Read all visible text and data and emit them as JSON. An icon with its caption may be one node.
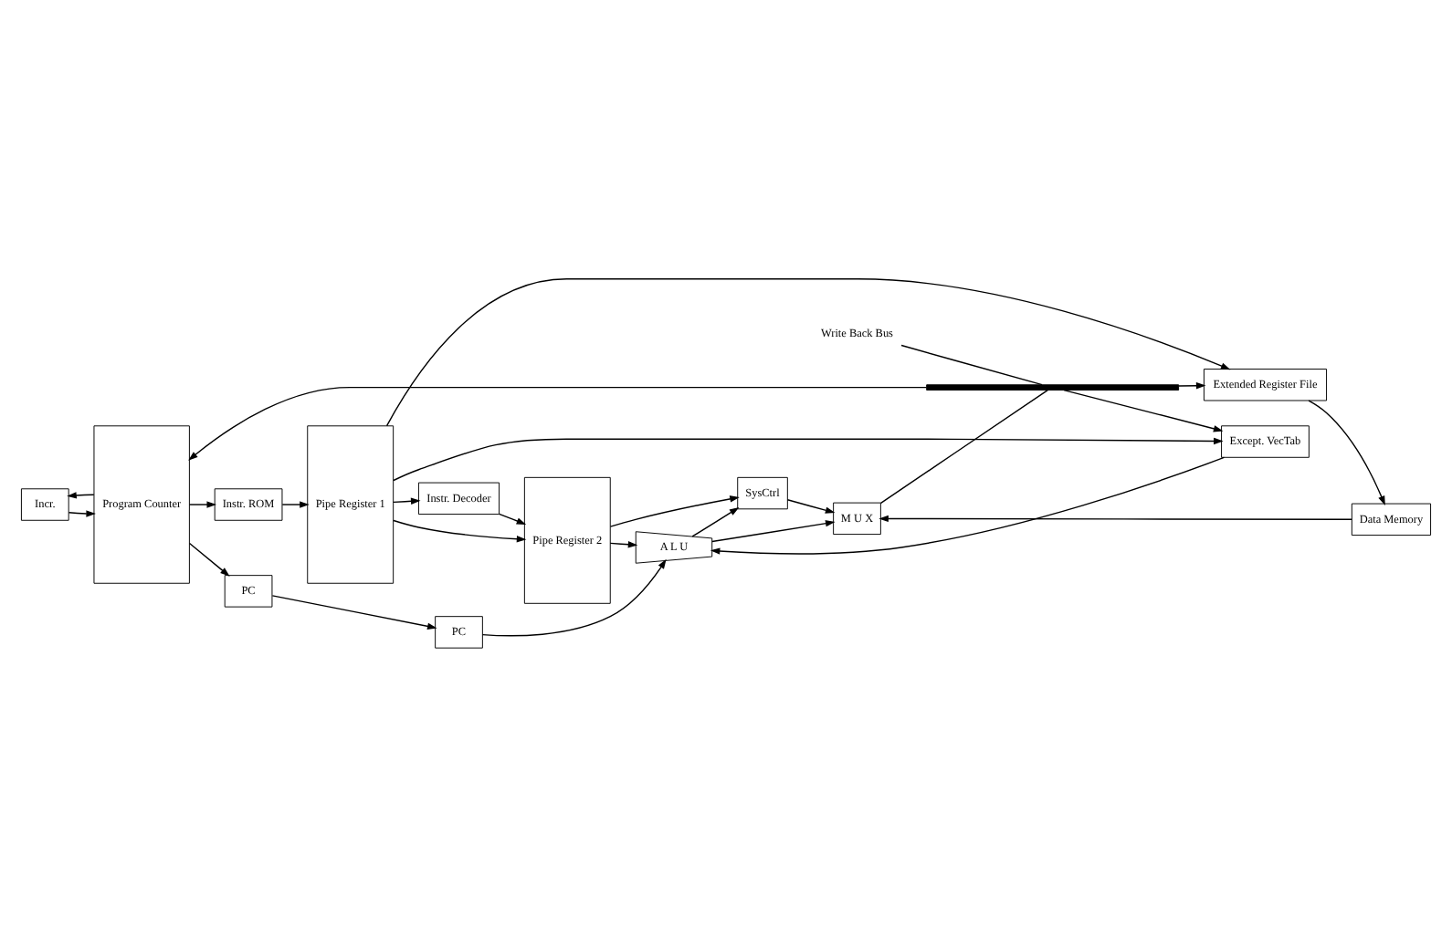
{
  "diagram": {
    "nodes": [
      {
        "text": [
          "Incr."
        ]
      },
      {
        "text": [
          "Program Counter"
        ]
      },
      {
        "text": [
          "Instr. ROM"
        ]
      },
      {
        "text": [
          "PC"
        ]
      },
      {
        "text": [
          "Pipe Register 1"
        ]
      },
      {
        "text": [
          "Extended Register File"
        ]
      },
      {
        "text": [
          "PC"
        ]
      },
      {
        "text": [
          "Pipe Register 2"
        ]
      },
      {
        "text": [
          "Instr. Decoder"
        ]
      },
      {
        "text": [
          "Except. VecTab"
        ]
      },
      {
        "text": [
          "Data Memory"
        ]
      },
      {
        "text": [
          "SysCtrl"
        ]
      },
      {
        "text": [
          "A L U"
        ]
      },
      {
        "text": [
          "M U X"
        ]
      },
      {
        "text": [
          "Write Back Bus"
        ]
      },
      {
        "text": [],
        "shape": "bar"
      }
    ],
    "edges": [
      {
        "from": 1,
        "to": 0,
        "arrow": "to"
      },
      {
        "from": 0,
        "to": 1,
        "arrow": "to"
      },
      {
        "from": 1,
        "to": 2,
        "arrow": "to"
      },
      {
        "from": 1,
        "to": 3,
        "arrow": "to"
      },
      {
        "from": 2,
        "to": 4,
        "arrow": "to"
      },
      {
        "from": 3,
        "to": 6,
        "arrow": "to"
      },
      {
        "from": 4,
        "to": 5,
        "arrow": "to"
      },
      {
        "from": 4,
        "to": 8,
        "arrow": "to"
      },
      {
        "from": 4,
        "to": 9,
        "arrow": "to"
      },
      {
        "from": 4,
        "to": 7,
        "arrow": "to"
      },
      {
        "from": 8,
        "to": 7,
        "arrow": "to"
      },
      {
        "from": 5,
        "to": 10,
        "arrow": "to"
      },
      {
        "from": 7,
        "to": 11,
        "arrow": "to"
      },
      {
        "from": 7,
        "to": 12,
        "arrow": "to"
      },
      {
        "from": 6,
        "to": 12,
        "arrow": "to"
      },
      {
        "from": 9,
        "to": 12,
        "arrow": "to"
      },
      {
        "from": 12,
        "to": 11,
        "arrow": "to"
      },
      {
        "from": 10,
        "to": 13,
        "arrow": "to"
      },
      {
        "from": 11,
        "to": 13,
        "arrow": "to"
      },
      {
        "from": 12,
        "to": 13,
        "arrow": "to"
      },
      {
        "from": 13,
        "to": 15,
        "arrow": "none"
      },
      {
        "from": 15,
        "to": 1,
        "arrow": "to"
      },
      {
        "from": 15,
        "to": 5,
        "arrow": "to"
      },
      {
        "from": 15,
        "to": 9,
        "arrow": "to"
      },
      {
        "from": 14,
        "to": 15,
        "arrow": "none"
      }
    ]
  }
}
